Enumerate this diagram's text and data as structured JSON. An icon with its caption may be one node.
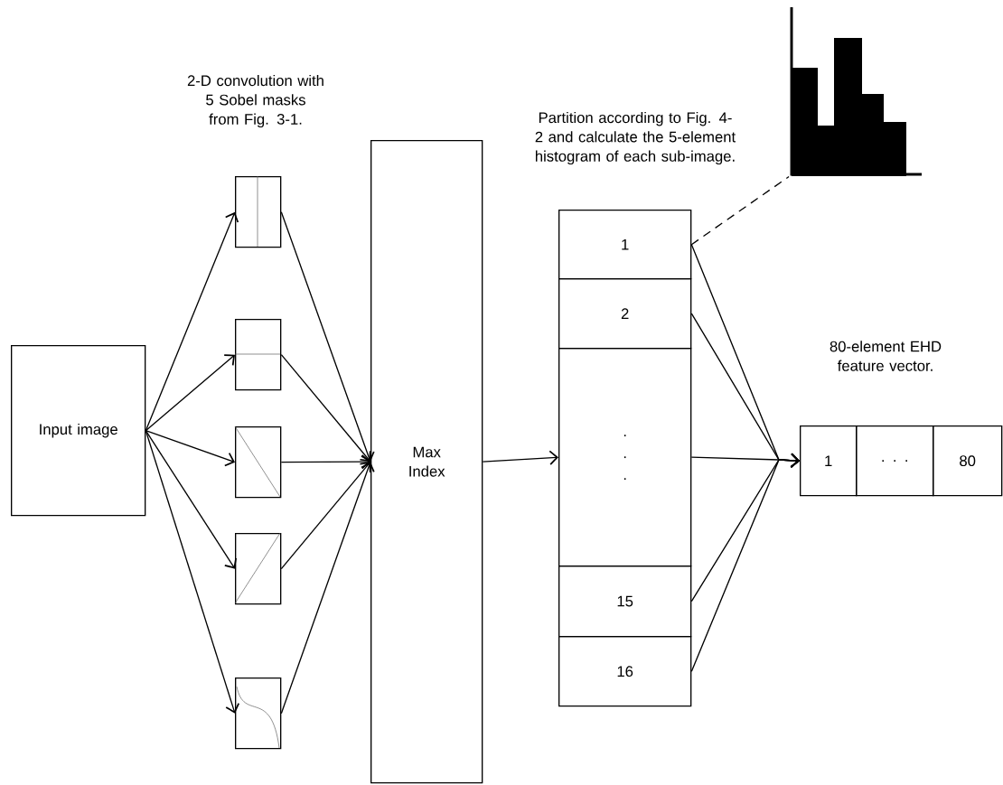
{
  "diagram": {
    "nodes": [
      {
        "text": [
          "Input image"
        ]
      },
      {
        "text": [],
        "shape": "box"
      },
      {
        "text": [],
        "shape": "box"
      },
      {
        "text": [],
        "shape": "box"
      },
      {
        "text": [],
        "shape": "box"
      },
      {
        "text": [],
        "shape": "box"
      },
      {
        "text": [
          "Max Index"
        ]
      },
      {
        "text": [
          "1"
        ]
      },
      {
        "text": [
          "2"
        ]
      },
      {
        "text": [
          ".",
          ".",
          "."
        ]
      },
      {
        "text": [
          "15"
        ]
      },
      {
        "text": [
          "16"
        ]
      },
      {
        "text": [
          "1"
        ]
      },
      {
        "text": [
          ". . ."
        ]
      },
      {
        "text": [
          "80"
        ]
      },
      {
        "text": [],
        "shape": "picture"
      }
    ],
    "edges": [
      {
        "from": 0,
        "to": 1,
        "arrow": "to"
      },
      {
        "from": 0,
        "to": 2,
        "arrow": "to"
      },
      {
        "from": 0,
        "to": 3,
        "arrow": "to"
      },
      {
        "from": 0,
        "to": 4,
        "arrow": "to"
      },
      {
        "from": 0,
        "to": 5,
        "arrow": "to"
      },
      {
        "from": 1,
        "to": 6,
        "arrow": "to"
      },
      {
        "from": 2,
        "to": 6,
        "arrow": "to"
      },
      {
        "from": 3,
        "to": 6,
        "arrow": "to"
      },
      {
        "from": 4,
        "to": 6,
        "arrow": "to"
      },
      {
        "from": 5,
        "to": 6,
        "arrow": "to"
      },
      {
        "from": 6,
        "to": 9,
        "arrow": "to"
      },
      {
        "from": 7,
        "to": 12,
        "arrow": "to"
      },
      {
        "from": 8,
        "to": 12,
        "arrow": "to"
      },
      {
        "from": 9,
        "to": 12,
        "arrow": "to"
      },
      {
        "from": 10,
        "to": 12,
        "arrow": "to"
      },
      {
        "from": 11,
        "to": 12,
        "arrow": "to"
      },
      {
        "from": 7,
        "to": 15,
        "arrow": "none",
        "style": "dashed"
      }
    ],
    "labels": [
      "2-D convolution with 5 Sobel masks from Fig. 3-1.",
      "Partition according to Fig. 4-2 and calculate the 5-element histogram of each sub-image.",
      "80-element EHD feature vector."
    ]
  }
}
